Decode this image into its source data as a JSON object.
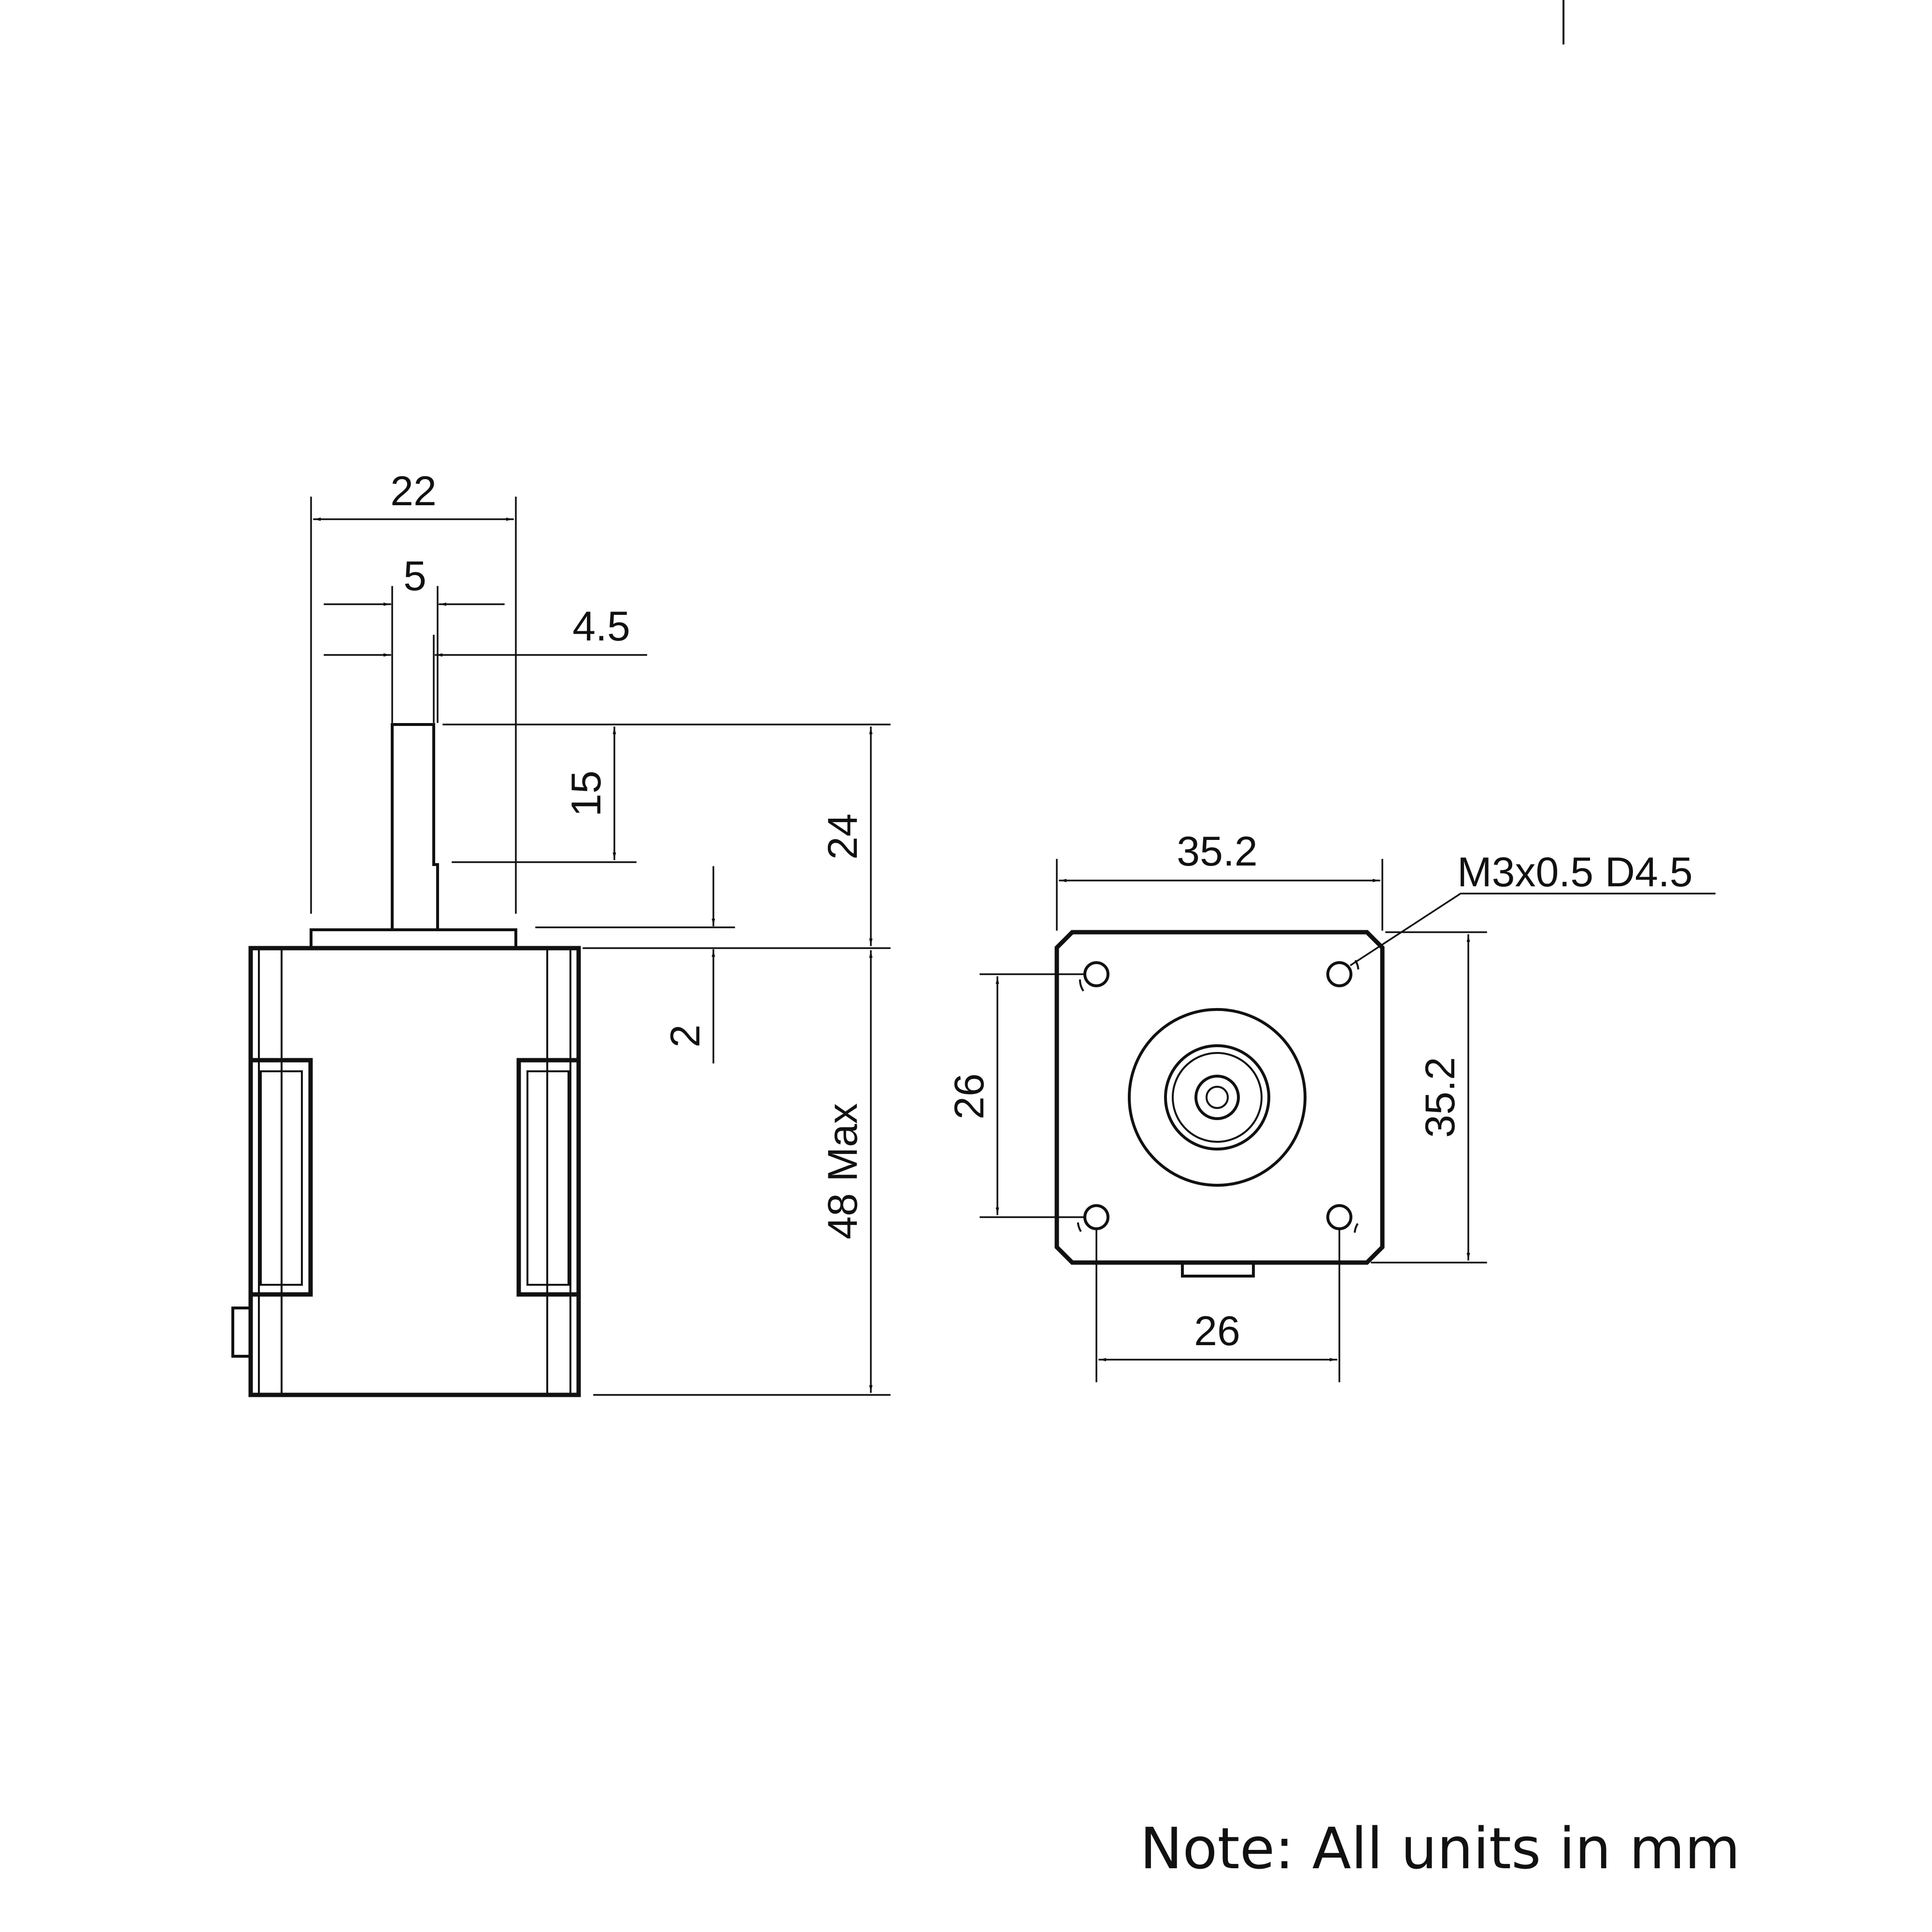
{
  "dimensions": {
    "shaft_area_width": "22",
    "shaft_diameter": "5",
    "flat_diameter": "4.5",
    "flat_length": "15",
    "shaft_length": "24",
    "boss_height": "2",
    "body_length": "48 Max",
    "face_width": "35.2",
    "face_height": "35.2",
    "hole_spacing_vertical": "26",
    "hole_spacing_horizontal": "26",
    "thread_callout": "M3x0.5 D4.5"
  },
  "note": "Note: All units in mm",
  "colors": {
    "line": "#111111",
    "background": "#ffffff"
  }
}
